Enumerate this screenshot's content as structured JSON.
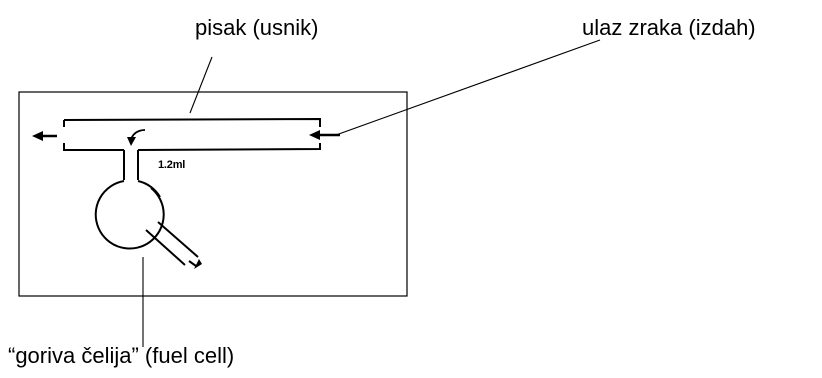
{
  "labels": {
    "nozzle": "pisak (usnik)",
    "air_inlet": "ulaz zraka (izdah)",
    "fuel_cell": "“goriva čelija” (fuel cell)",
    "volume": "1.2ml"
  },
  "colors": {
    "ink": "#000000",
    "background": "#ffffff"
  }
}
